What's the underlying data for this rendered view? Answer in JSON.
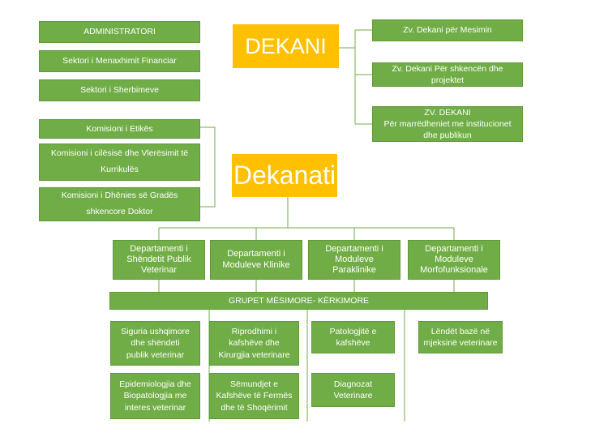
{
  "dekani": "DEKANI",
  "dekanati": "Dekanati",
  "left_admin": [
    "ADMINISTRATORI",
    "Sektori i Menaxhimit Financiar",
    "Sektori i Sherbimeve"
  ],
  "deputies": [
    "Zv. Dekani për Mesimin",
    "Zv. Dekani Për shkencën dhe\nprojektet",
    "ZV. DEKANI\nPër marrëdheniet me institucionet\ndhe publikun"
  ],
  "commissions": [
    "Komisioni i Etikës",
    "Komisioni i cilësisë dhe Vlerësimit të\nKurrikulës",
    "Komisioni i Dhënies së Gradës\nshkencore Doktor"
  ],
  "departments": [
    "Departamenti i\nShëndetit Publik\nVeterinar",
    "Departamenti i\nModuleve Klinike",
    "Departamenti i\nModuleve\nParaklinike",
    "Departamenti i\nModuleve\nMorfofunksionale"
  ],
  "groups_bar": "GRUPET MËSIMORE- KËRKIMORE",
  "groups": [
    "Siguria ushqimore\ndhe shëndeti\npublik veterinar",
    "Riprodhimi i\nkafshëve dhe\nKirurgjia veterinare",
    "Patologjitë e\nkafshëve",
    "Lëndët bazë në\nmjeksinë  veterinare",
    "Epidemiologjia dhe\nBiopatologjia me\ninteres veterinar",
    "Sëmundjet e\nKafshëve të Fermës\ndhe të Shoqërimit",
    "Diagnozat\nVeterinare"
  ],
  "colors": {
    "green": "#70ad47",
    "gold": "#ffc000",
    "line": "#70ad47"
  }
}
